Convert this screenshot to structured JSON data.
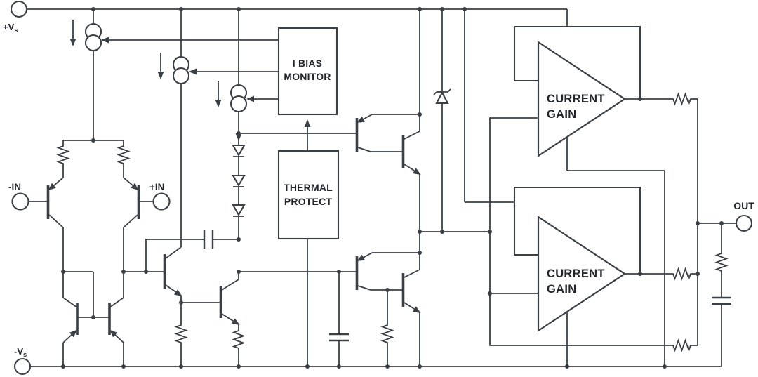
{
  "terminals": {
    "vplus": "+V",
    "vplus_sub": "s",
    "vminus": "-V",
    "vminus_sub": "s",
    "in_neg": "-IN",
    "in_pos": "+IN",
    "out": "OUT"
  },
  "blocks": {
    "ibias": {
      "line1": "I BIAS",
      "line2": "MONITOR"
    },
    "thermal": {
      "line1": "THERMAL",
      "line2": "PROTECT"
    },
    "gain_upper": {
      "line1": "CURRENT",
      "line2": "GAIN"
    },
    "gain_lower": {
      "line1": "CURRENT",
      "line2": "GAIN"
    }
  },
  "colors": {
    "line": "#3b4046",
    "text": "#23272d",
    "background": "#ffffff"
  }
}
